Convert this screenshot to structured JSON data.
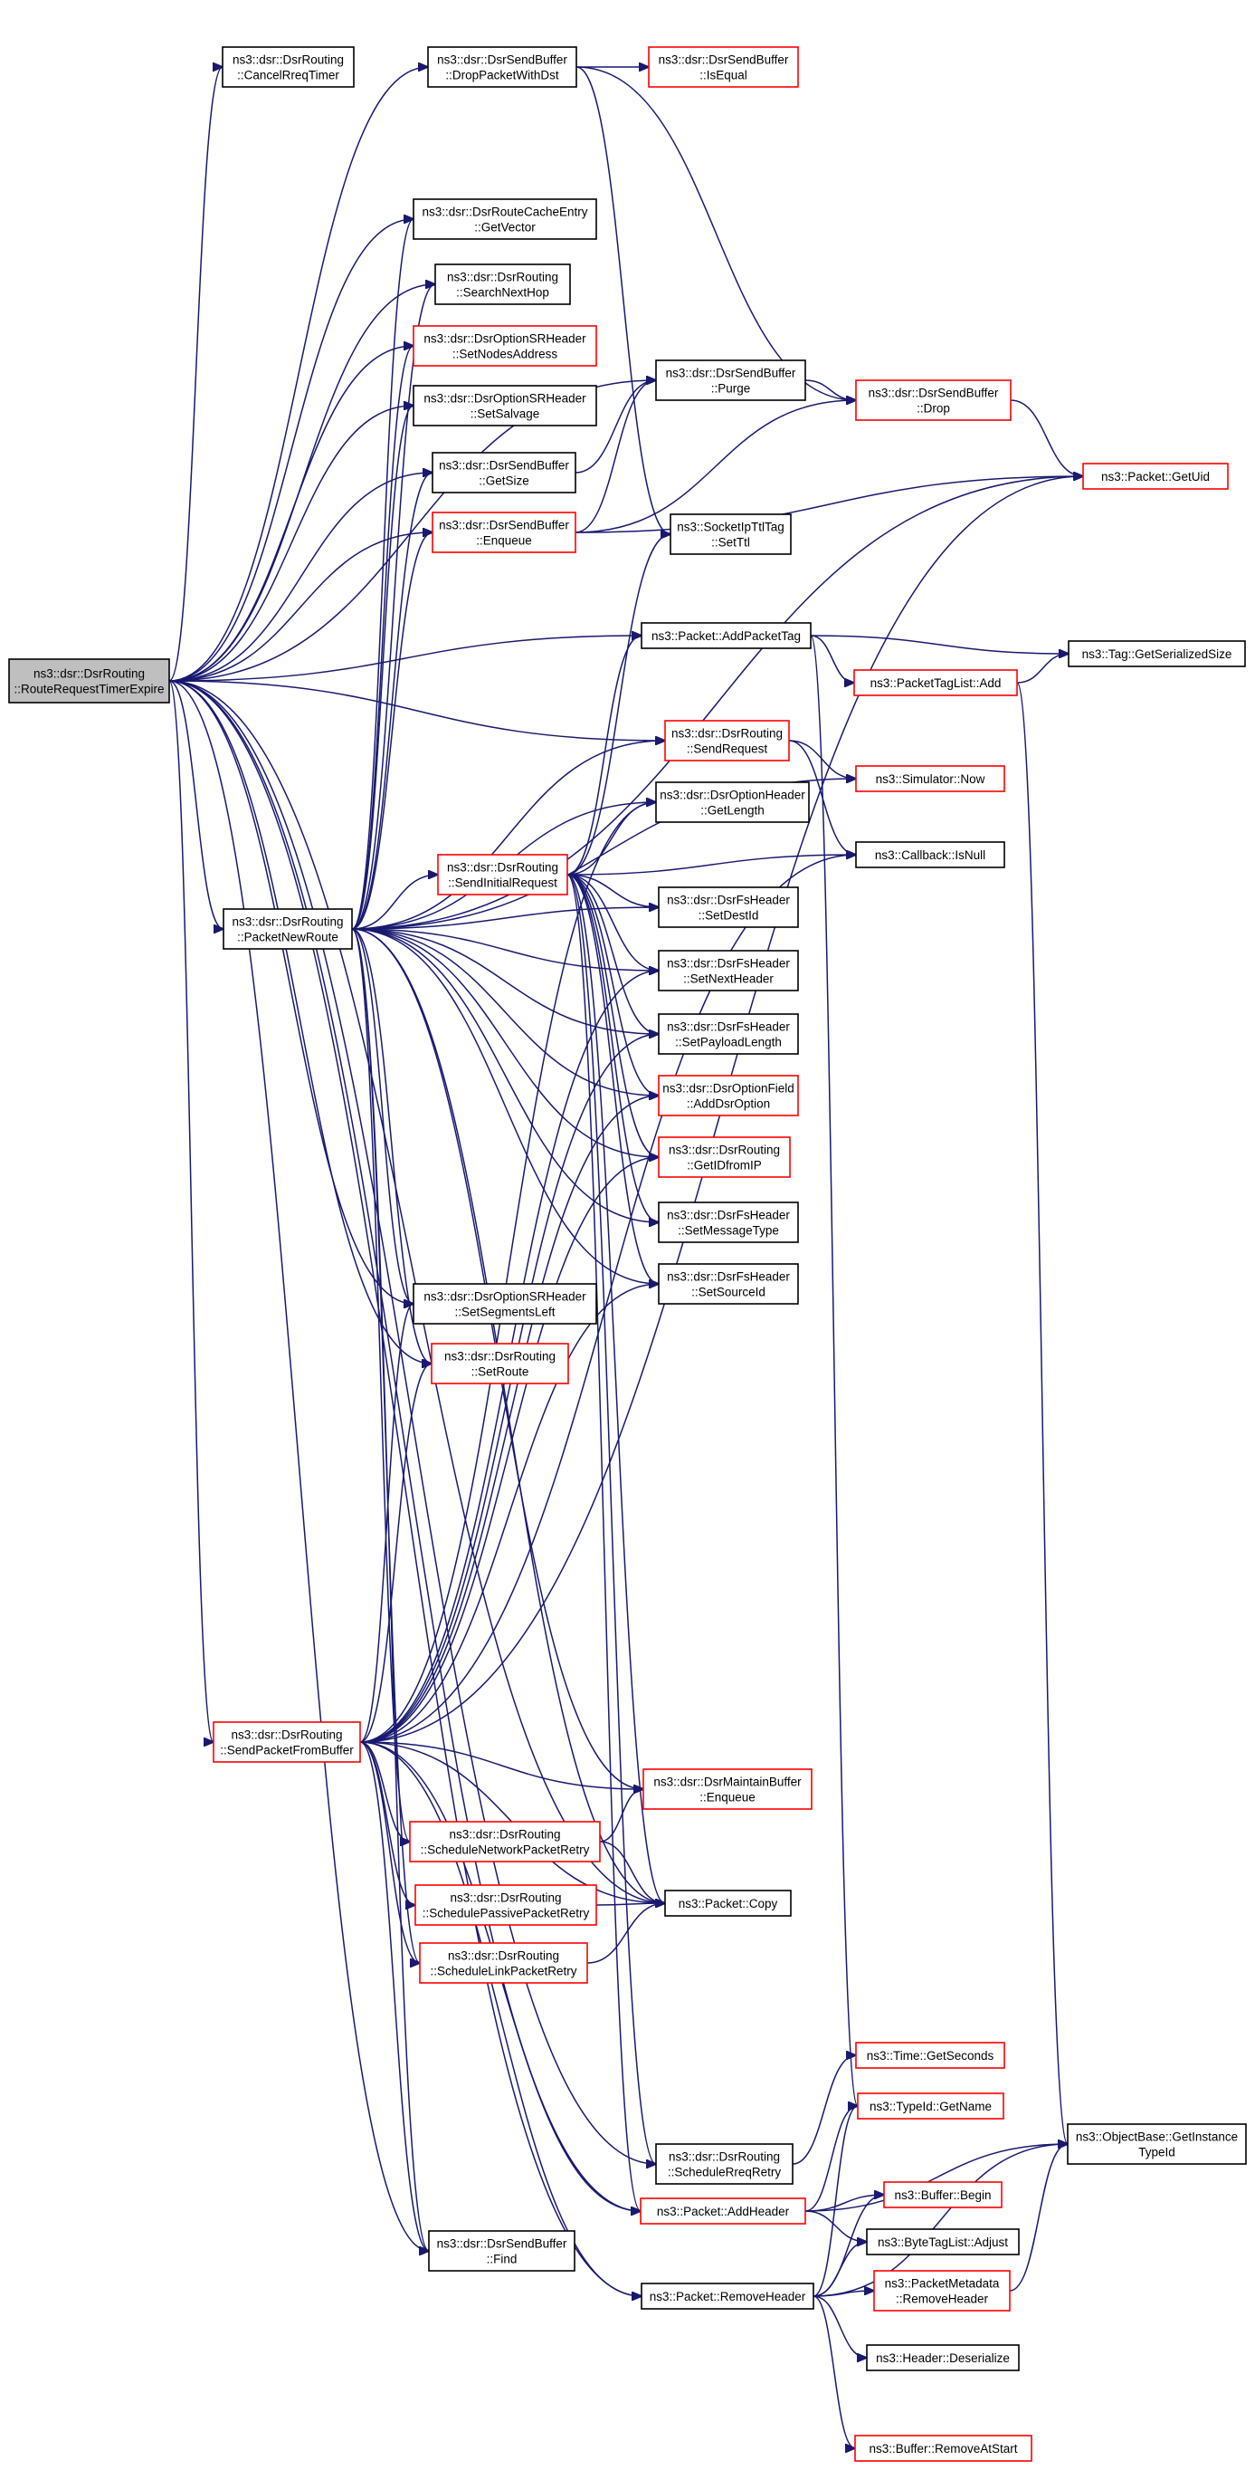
{
  "nodes": [
    {
      "id": "root",
      "lines": [
        "ns3::dsr::DsrRouting",
        "::RouteRequestTimerExpire"
      ],
      "style": "root"
    },
    {
      "id": "cancelRreq",
      "lines": [
        "ns3::dsr::DsrRouting",
        "::CancelRreqTimer"
      ],
      "style": "black"
    },
    {
      "id": "dropWithDst",
      "lines": [
        "ns3::dsr::DsrSendBuffer",
        "::DropPacketWithDst"
      ],
      "style": "black"
    },
    {
      "id": "isEqual",
      "lines": [
        "ns3::dsr::DsrSendBuffer",
        "::IsEqual"
      ],
      "style": "red"
    },
    {
      "id": "getVector",
      "lines": [
        "ns3::dsr::DsrRouteCacheEntry",
        "::GetVector"
      ],
      "style": "black"
    },
    {
      "id": "searchNextHop",
      "lines": [
        "ns3::dsr::DsrRouting",
        "::SearchNextHop"
      ],
      "style": "black"
    },
    {
      "id": "setNodesAddress",
      "lines": [
        "ns3::dsr::DsrOptionSRHeader",
        "::SetNodesAddress"
      ],
      "style": "red"
    },
    {
      "id": "purge",
      "lines": [
        "ns3::dsr::DsrSendBuffer",
        "::Purge"
      ],
      "style": "black"
    },
    {
      "id": "drop",
      "lines": [
        "ns3::dsr::DsrSendBuffer",
        "::Drop"
      ],
      "style": "red"
    },
    {
      "id": "setSalvage",
      "lines": [
        "ns3::dsr::DsrOptionSRHeader",
        "::SetSalvage"
      ],
      "style": "black"
    },
    {
      "id": "getSize",
      "lines": [
        "ns3::dsr::DsrSendBuffer",
        "::GetSize"
      ],
      "style": "black"
    },
    {
      "id": "getUid",
      "lines": [
        "ns3::Packet::GetUid"
      ],
      "style": "red"
    },
    {
      "id": "enqueue",
      "lines": [
        "ns3::dsr::DsrSendBuffer",
        "::Enqueue"
      ],
      "style": "red"
    },
    {
      "id": "setTtl",
      "lines": [
        "ns3::SocketIpTtlTag",
        "::SetTtl"
      ],
      "style": "black"
    },
    {
      "id": "addPacketTag",
      "lines": [
        "ns3::Packet::AddPacketTag"
      ],
      "style": "black"
    },
    {
      "id": "tagSerSize",
      "lines": [
        "ns3::Tag::GetSerializedSize"
      ],
      "style": "black"
    },
    {
      "id": "tagListAdd",
      "lines": [
        "ns3::PacketTagList::Add"
      ],
      "style": "red"
    },
    {
      "id": "sendRequest",
      "lines": [
        "ns3::dsr::DsrRouting",
        "::SendRequest"
      ],
      "style": "red"
    },
    {
      "id": "simNow",
      "lines": [
        "ns3::Simulator::Now"
      ],
      "style": "red"
    },
    {
      "id": "optGetLength",
      "lines": [
        "ns3::dsr::DsrOptionHeader",
        "::GetLength"
      ],
      "style": "black"
    },
    {
      "id": "sendInitial",
      "lines": [
        "ns3::dsr::DsrRouting",
        "::SendInitialRequest"
      ],
      "style": "red"
    },
    {
      "id": "cbIsNull",
      "lines": [
        "ns3::Callback::IsNull"
      ],
      "style": "black"
    },
    {
      "id": "packetNewRoute",
      "lines": [
        "ns3::dsr::DsrRouting",
        "::PacketNewRoute"
      ],
      "style": "black"
    },
    {
      "id": "setDestId",
      "lines": [
        "ns3::dsr::DsrFsHeader",
        "::SetDestId"
      ],
      "style": "black"
    },
    {
      "id": "setNextHeader",
      "lines": [
        "ns3::dsr::DsrFsHeader",
        "::SetNextHeader"
      ],
      "style": "black"
    },
    {
      "id": "setPayloadLen",
      "lines": [
        "ns3::dsr::DsrFsHeader",
        "::SetPayloadLength"
      ],
      "style": "black"
    },
    {
      "id": "addDsrOption",
      "lines": [
        "ns3::dsr::DsrOptionField",
        "::AddDsrOption"
      ],
      "style": "red"
    },
    {
      "id": "getIdFromIp",
      "lines": [
        "ns3::dsr::DsrRouting",
        "::GetIDfromIP"
      ],
      "style": "red"
    },
    {
      "id": "setMsgType",
      "lines": [
        "ns3::dsr::DsrFsHeader",
        "::SetMessageType"
      ],
      "style": "black"
    },
    {
      "id": "setSourceId",
      "lines": [
        "ns3::dsr::DsrFsHeader",
        "::SetSourceId"
      ],
      "style": "black"
    },
    {
      "id": "setSegLeft",
      "lines": [
        "ns3::dsr::DsrOptionSRHeader",
        "::SetSegmentsLeft"
      ],
      "style": "black"
    },
    {
      "id": "setRoute",
      "lines": [
        "ns3::dsr::DsrRouting",
        "::SetRoute"
      ],
      "style": "red"
    },
    {
      "id": "sendFromBuffer",
      "lines": [
        "ns3::dsr::DsrRouting",
        "::SendPacketFromBuffer"
      ],
      "style": "red"
    },
    {
      "id": "maintEnqueue",
      "lines": [
        "ns3::dsr::DsrMaintainBuffer",
        "::Enqueue"
      ],
      "style": "red"
    },
    {
      "id": "schedNetRetry",
      "lines": [
        "ns3::dsr::DsrRouting",
        "::ScheduleNetworkPacketRetry"
      ],
      "style": "red"
    },
    {
      "id": "schedPassRetry",
      "lines": [
        "ns3::dsr::DsrRouting",
        "::SchedulePassivePacketRetry"
      ],
      "style": "red"
    },
    {
      "id": "packetCopy",
      "lines": [
        "ns3::Packet::Copy"
      ],
      "style": "black"
    },
    {
      "id": "schedLinkRetry",
      "lines": [
        "ns3::dsr::DsrRouting",
        "::ScheduleLinkPacketRetry"
      ],
      "style": "red"
    },
    {
      "id": "getSeconds",
      "lines": [
        "ns3::Time::GetSeconds"
      ],
      "style": "red"
    },
    {
      "id": "typeGetName",
      "lines": [
        "ns3::TypeId::GetName"
      ],
      "style": "red"
    },
    {
      "id": "objGetInstance",
      "lines": [
        "ns3::ObjectBase::GetInstance",
        "TypeId"
      ],
      "style": "black"
    },
    {
      "id": "schedRreqRetry",
      "lines": [
        "ns3::dsr::DsrRouting",
        "::ScheduleRreqRetry"
      ],
      "style": "black"
    },
    {
      "id": "addHeader",
      "lines": [
        "ns3::Packet::AddHeader"
      ],
      "style": "red"
    },
    {
      "id": "bufBegin",
      "lines": [
        "ns3::Buffer::Begin"
      ],
      "style": "red"
    },
    {
      "id": "btlAdjust",
      "lines": [
        "ns3::ByteTagList::Adjust"
      ],
      "style": "black"
    },
    {
      "id": "find",
      "lines": [
        "ns3::dsr::DsrSendBuffer",
        "::Find"
      ],
      "style": "black"
    },
    {
      "id": "removeHeader",
      "lines": [
        "ns3::Packet::RemoveHeader"
      ],
      "style": "black"
    },
    {
      "id": "pmRemoveHeader",
      "lines": [
        "ns3::PacketMetadata",
        "::RemoveHeader"
      ],
      "style": "red"
    },
    {
      "id": "hdrDeserialize",
      "lines": [
        "ns3::Header::Deserialize"
      ],
      "style": "black"
    },
    {
      "id": "bufRemoveAtStart",
      "lines": [
        "ns3::Buffer::RemoveAtStart"
      ],
      "style": "red"
    }
  ],
  "edges": [
    [
      "root",
      "cancelRreq"
    ],
    [
      "root",
      "dropWithDst"
    ],
    [
      "root",
      "getVector"
    ],
    [
      "root",
      "searchNextHop"
    ],
    [
      "root",
      "setNodesAddress"
    ],
    [
      "root",
      "purge"
    ],
    [
      "root",
      "setSalvage"
    ],
    [
      "root",
      "getSize"
    ],
    [
      "root",
      "enqueue"
    ],
    [
      "root",
      "addPacketTag"
    ],
    [
      "root",
      "sendRequest"
    ],
    [
      "root",
      "packetNewRoute"
    ],
    [
      "root",
      "setSegLeft"
    ],
    [
      "root",
      "setRoute"
    ],
    [
      "root",
      "sendFromBuffer"
    ],
    [
      "root",
      "packetCopy"
    ],
    [
      "root",
      "schedRreqRetry"
    ],
    [
      "root",
      "find"
    ],
    [
      "root",
      "removeHeader"
    ],
    [
      "root",
      "addHeader"
    ],
    [
      "dropWithDst",
      "isEqual"
    ],
    [
      "dropWithDst",
      "drop"
    ],
    [
      "dropWithDst",
      "setTtl"
    ],
    [
      "purge",
      "drop"
    ],
    [
      "drop",
      "getUid"
    ],
    [
      "getSize",
      "purge"
    ],
    [
      "enqueue",
      "purge"
    ],
    [
      "enqueue",
      "drop"
    ],
    [
      "enqueue",
      "getUid"
    ],
    [
      "addPacketTag",
      "tagSerSize"
    ],
    [
      "addPacketTag",
      "tagListAdd"
    ],
    [
      "addPacketTag",
      "typeGetName"
    ],
    [
      "tagListAdd",
      "tagSerSize"
    ],
    [
      "tagListAdd",
      "objGetInstance"
    ],
    [
      "sendRequest",
      "simNow"
    ],
    [
      "sendRequest",
      "cbIsNull"
    ],
    [
      "sendInitial",
      "setTtl"
    ],
    [
      "sendInitial",
      "addPacketTag"
    ],
    [
      "sendInitial",
      "optGetLength"
    ],
    [
      "sendInitial",
      "cbIsNull"
    ],
    [
      "sendInitial",
      "setDestId"
    ],
    [
      "sendInitial",
      "setNextHeader"
    ],
    [
      "sendInitial",
      "setPayloadLen"
    ],
    [
      "sendInitial",
      "addDsrOption"
    ],
    [
      "sendInitial",
      "getIdFromIp"
    ],
    [
      "sendInitial",
      "setMsgType"
    ],
    [
      "sendInitial",
      "setSourceId"
    ],
    [
      "sendInitial",
      "packetCopy"
    ],
    [
      "sendInitial",
      "schedRreqRetry"
    ],
    [
      "sendInitial",
      "addHeader"
    ],
    [
      "packetNewRoute",
      "getVector"
    ],
    [
      "packetNewRoute",
      "searchNextHop"
    ],
    [
      "packetNewRoute",
      "setNodesAddress"
    ],
    [
      "packetNewRoute",
      "setSalvage"
    ],
    [
      "packetNewRoute",
      "getSize"
    ],
    [
      "packetNewRoute",
      "enqueue"
    ],
    [
      "packetNewRoute",
      "getUid"
    ],
    [
      "packetNewRoute",
      "sendRequest"
    ],
    [
      "packetNewRoute",
      "simNow"
    ],
    [
      "packetNewRoute",
      "optGetLength"
    ],
    [
      "packetNewRoute",
      "sendInitial"
    ],
    [
      "packetNewRoute",
      "setDestId"
    ],
    [
      "packetNewRoute",
      "setNextHeader"
    ],
    [
      "packetNewRoute",
      "setPayloadLen"
    ],
    [
      "packetNewRoute",
      "addDsrOption"
    ],
    [
      "packetNewRoute",
      "getIdFromIp"
    ],
    [
      "packetNewRoute",
      "setMsgType"
    ],
    [
      "packetNewRoute",
      "setSourceId"
    ],
    [
      "packetNewRoute",
      "setSegLeft"
    ],
    [
      "packetNewRoute",
      "setRoute"
    ],
    [
      "packetNewRoute",
      "maintEnqueue"
    ],
    [
      "packetNewRoute",
      "schedNetRetry"
    ],
    [
      "packetNewRoute",
      "packetCopy"
    ],
    [
      "packetNewRoute",
      "schedLinkRetry"
    ],
    [
      "packetNewRoute",
      "find"
    ],
    [
      "sendFromBuffer",
      "setRoute"
    ],
    [
      "sendFromBuffer",
      "setSegLeft"
    ],
    [
      "sendFromBuffer",
      "optGetLength"
    ],
    [
      "sendFromBuffer",
      "addDsrOption"
    ],
    [
      "sendFromBuffer",
      "getIdFromIp"
    ],
    [
      "sendFromBuffer",
      "setSourceId"
    ],
    [
      "sendFromBuffer",
      "setPayloadLen"
    ],
    [
      "sendFromBuffer",
      "setNextHeader"
    ],
    [
      "sendFromBuffer",
      "maintEnqueue"
    ],
    [
      "sendFromBuffer",
      "schedNetRetry"
    ],
    [
      "sendFromBuffer",
      "schedPassRetry"
    ],
    [
      "sendFromBuffer",
      "schedLinkRetry"
    ],
    [
      "sendFromBuffer",
      "packetCopy"
    ],
    [
      "sendFromBuffer",
      "cbIsNull"
    ],
    [
      "sendFromBuffer",
      "addHeader"
    ],
    [
      "sendFromBuffer",
      "find"
    ],
    [
      "sendFromBuffer",
      "removeHeader"
    ],
    [
      "sendFromBuffer",
      "getUid"
    ],
    [
      "schedNetRetry",
      "maintEnqueue"
    ],
    [
      "schedNetRetry",
      "packetCopy"
    ],
    [
      "schedPassRetry",
      "packetCopy"
    ],
    [
      "schedLinkRetry",
      "packetCopy"
    ],
    [
      "schedRreqRetry",
      "getSeconds"
    ],
    [
      "addHeader",
      "typeGetName"
    ],
    [
      "addHeader",
      "objGetInstance"
    ],
    [
      "addHeader",
      "bufBegin"
    ],
    [
      "addHeader",
      "btlAdjust"
    ],
    [
      "removeHeader",
      "typeGetName"
    ],
    [
      "removeHeader",
      "objGetInstance"
    ],
    [
      "removeHeader",
      "bufBegin"
    ],
    [
      "removeHeader",
      "btlAdjust"
    ],
    [
      "removeHeader",
      "pmRemoveHeader"
    ],
    [
      "removeHeader",
      "hdrDeserialize"
    ],
    [
      "removeHeader",
      "bufRemoveAtStart"
    ],
    [
      "pmRemoveHeader",
      "objGetInstance"
    ]
  ]
}
